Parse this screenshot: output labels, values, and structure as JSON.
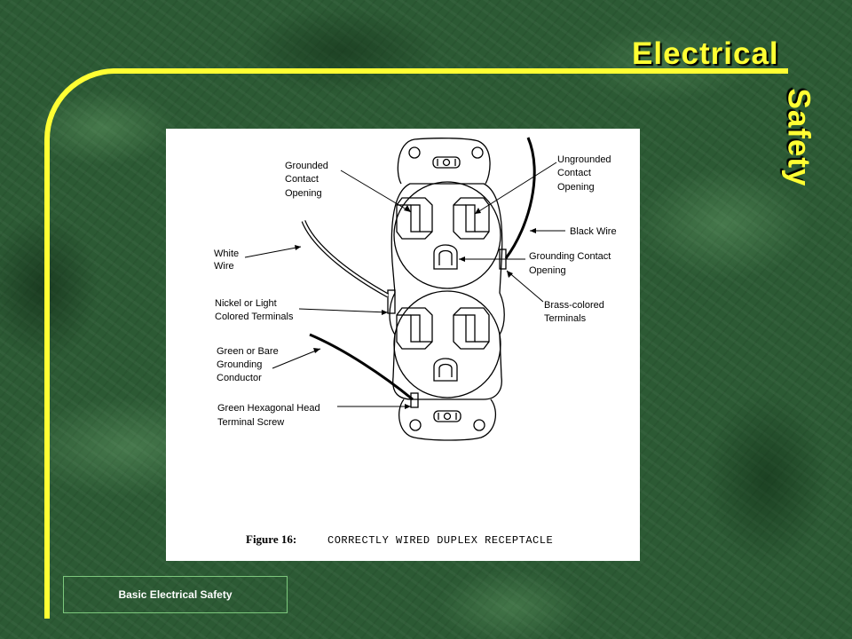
{
  "header": {
    "title_line1": "Electrical",
    "title_line2": "Safety"
  },
  "diagram": {
    "labels": {
      "grounded_contact": [
        "Grounded",
        "Contact",
        "Opening"
      ],
      "ungrounded_contact": [
        "Ungrounded",
        "Contact",
        "Opening"
      ],
      "black_wire": "Black Wire",
      "white_wire": [
        "White",
        "Wire"
      ],
      "grounding_contact": [
        "Grounding Contact",
        "Opening"
      ],
      "nickel_terminals": [
        "Nickel or Light",
        "Colored Terminals"
      ],
      "brass_terminals": [
        "Brass-colored",
        "Terminals"
      ],
      "green_conductor": [
        "Green or Bare",
        "Grounding",
        "Conductor"
      ],
      "hex_screw": [
        "Green Hexagonal Head",
        "Terminal Screw"
      ]
    },
    "caption_prefix": "Figure 16:",
    "caption_text": "CORRECTLY WIRED DUPLEX RECEPTACLE"
  },
  "footer": {
    "text": "Basic Electrical Safety"
  },
  "colors": {
    "accent": "#ffff33",
    "background": "#2c5a34"
  }
}
